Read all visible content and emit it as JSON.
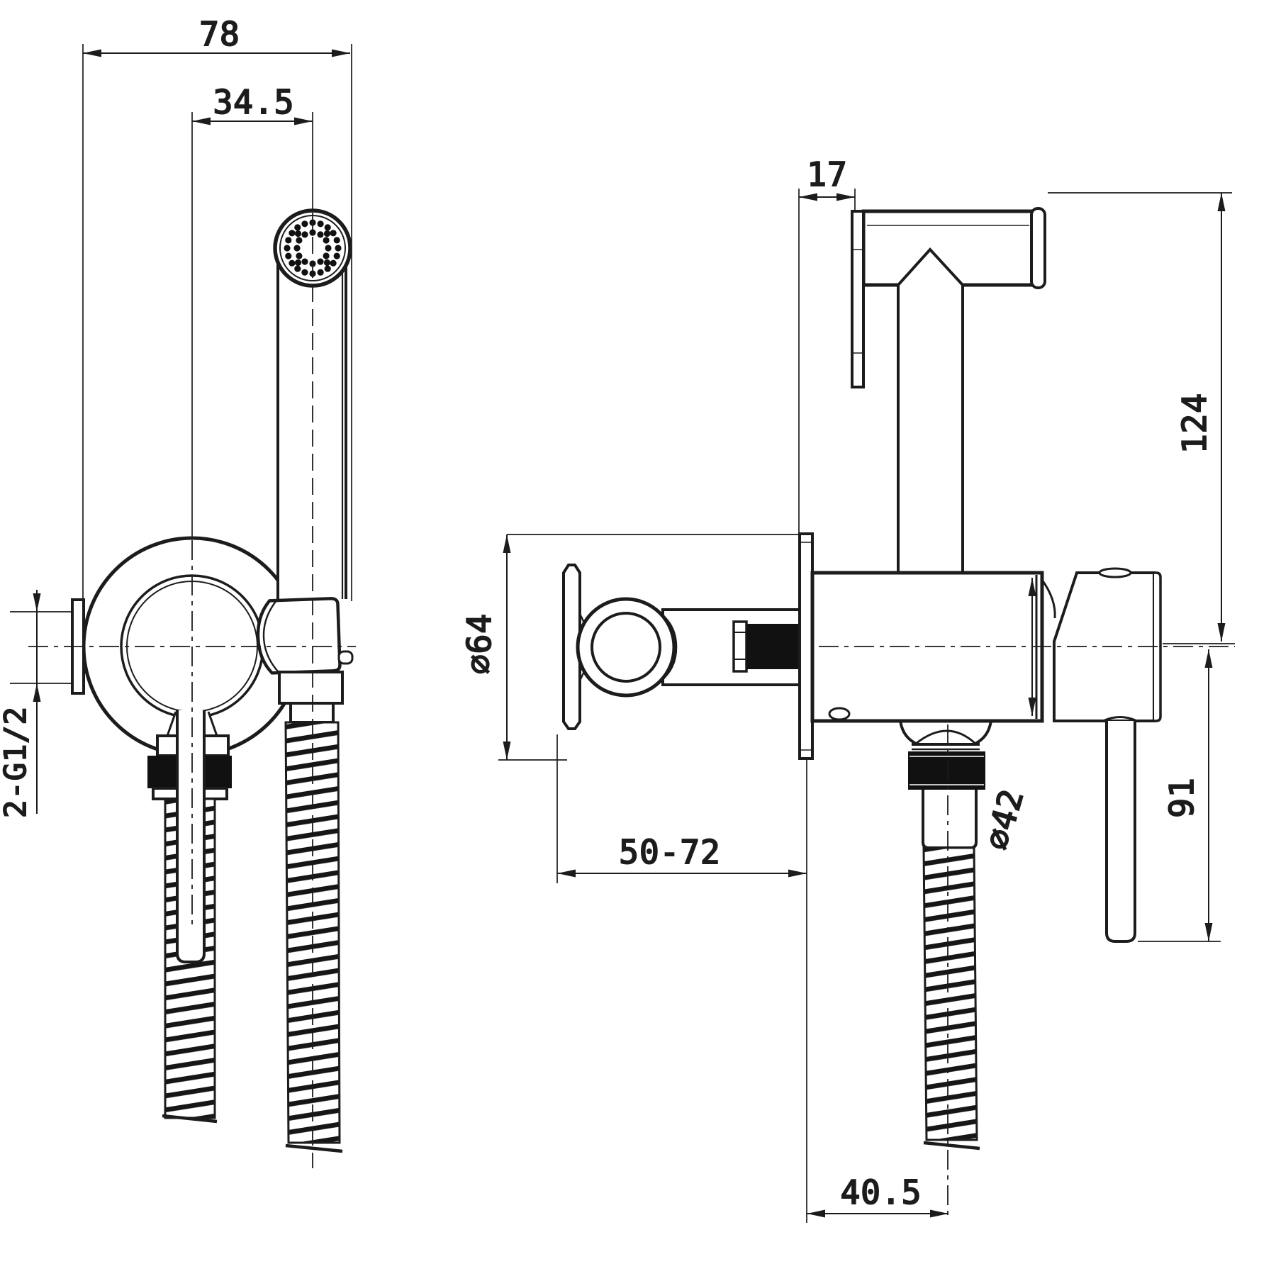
{
  "drawing_type": "bidet-sprayer-mixer-installation-drawing",
  "colors": {
    "line": "#1c1c1c",
    "fill": "#ffffff",
    "solid_parts": "#111111"
  },
  "dimensions": {
    "front": {
      "width_overall": "78",
      "sprayer_offset": "34.5",
      "inlet_thread": "2-G1/2"
    },
    "side": {
      "wall_plate_offset": "17",
      "height_above_axis": "124",
      "escutcheon_diameter": "∅64",
      "mounting_depth_range": "50-72",
      "body_diameter": "∅42",
      "drop_below_axis": "91",
      "hose_center_offset": "40.5"
    }
  }
}
